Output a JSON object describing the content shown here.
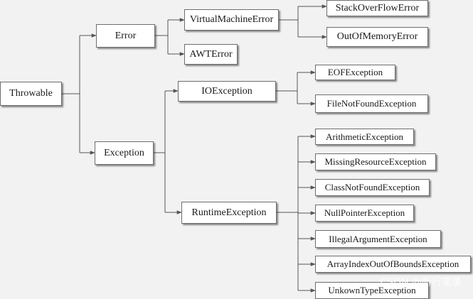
{
  "nodes": {
    "throwable": "Throwable",
    "error": "Error",
    "exception": "Exception",
    "virtual_machine_error": "VirtualMachineError",
    "awt_error": "AWTError",
    "stack_overflow_error": "StackOverFlowError",
    "out_of_memory_error": "OutOfMemoryError",
    "io_exception": "IOException",
    "runtime_exception": "RuntimeException",
    "eof_exception": "EOFException",
    "file_not_found_exception": "FileNotFoundException",
    "arithmetic_exception": "ArithmeticException",
    "missing_resource_exception": "MissingResourceException",
    "class_not_found_exception": "ClassNotFoundException",
    "null_pointer_exception": "NullPointerException",
    "illegal_argument_exception": "IllegalArgumentException",
    "array_index_out_of_bounds_exception": "ArrayIndexOutOfBoundsException",
    "unknown_type_exception": "UnkownTypeException"
  },
  "watermark": "CSDN @听行笔录",
  "colors": {
    "background": "#f2f2f3",
    "connector": "#555555",
    "box_border": "#6e6e6e"
  }
}
